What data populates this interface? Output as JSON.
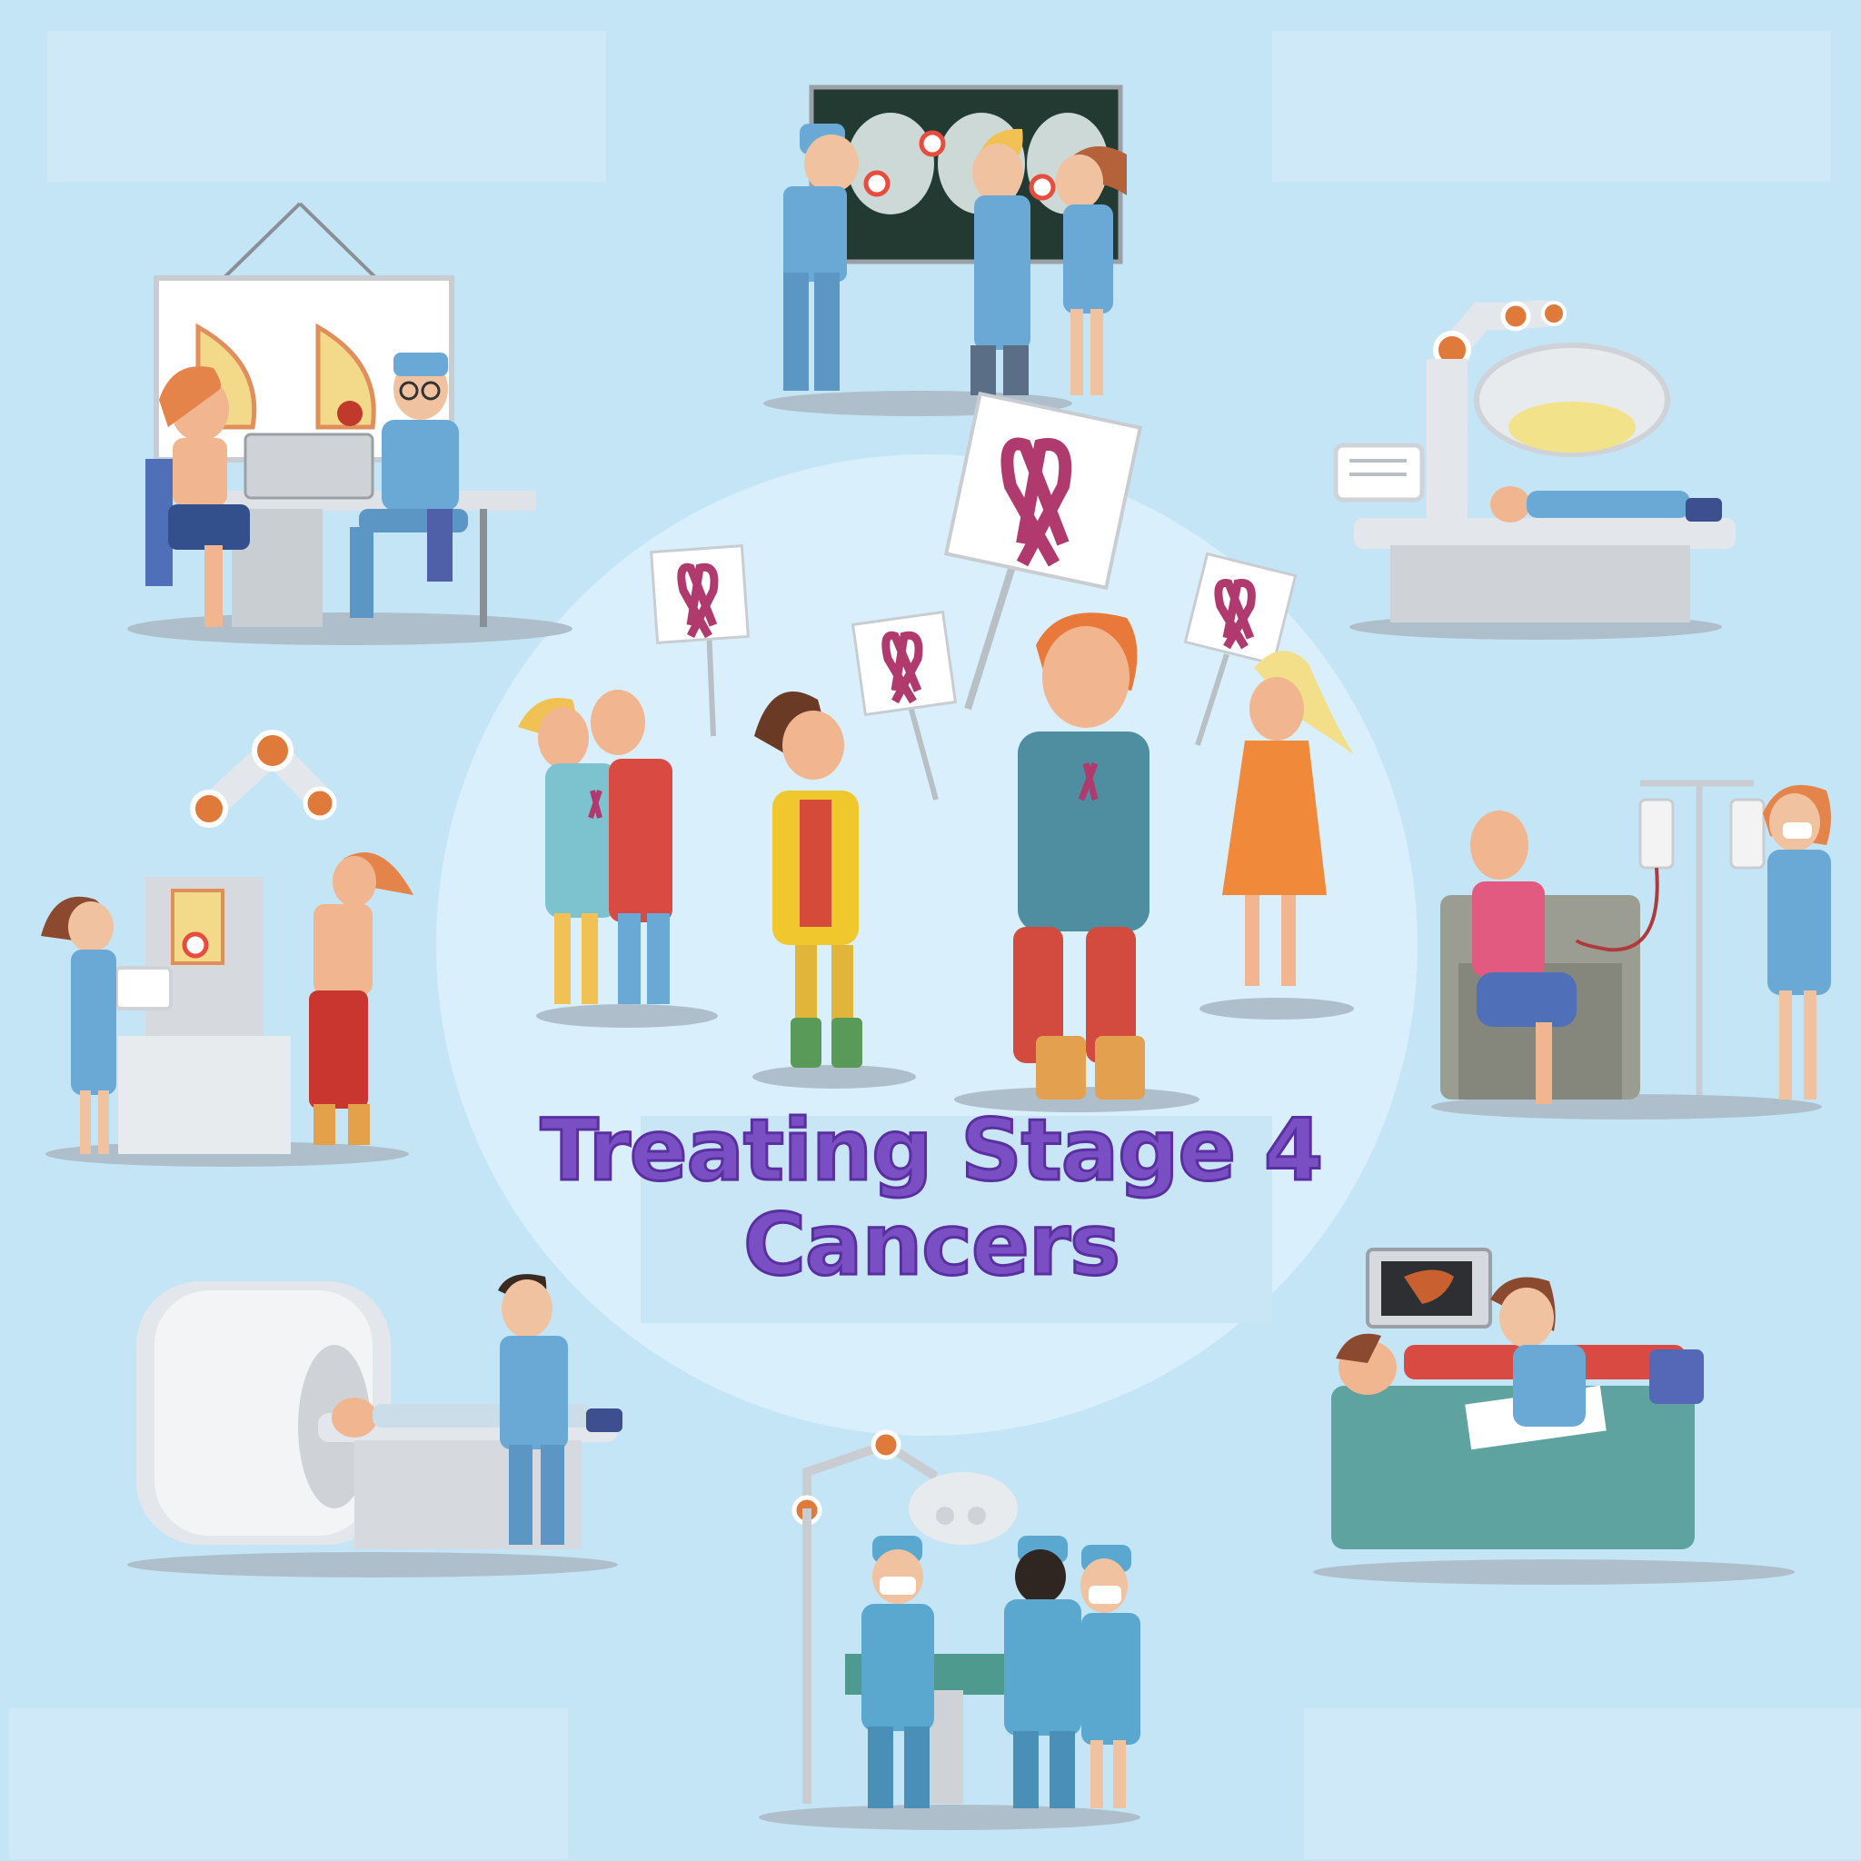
{
  "title": {
    "line1": "Treating Stage 4",
    "line2": "Cancers"
  },
  "colors": {
    "background": "#c4e5f6",
    "center_circle": "#d9effb",
    "title": "#7b4fc4",
    "scrub": "#5aa7cf",
    "ribbon": "#b03a6e",
    "machine": "#e3e6ea",
    "accent_orange": "#e07a3a"
  },
  "scenes": [
    "mammography-consultation",
    "brain-scan-review",
    "radiation-therapy",
    "mammography-machine",
    "awareness-march",
    "chemotherapy-infusion",
    "mri-scan",
    "surgery",
    "ultrasound-exam"
  ]
}
